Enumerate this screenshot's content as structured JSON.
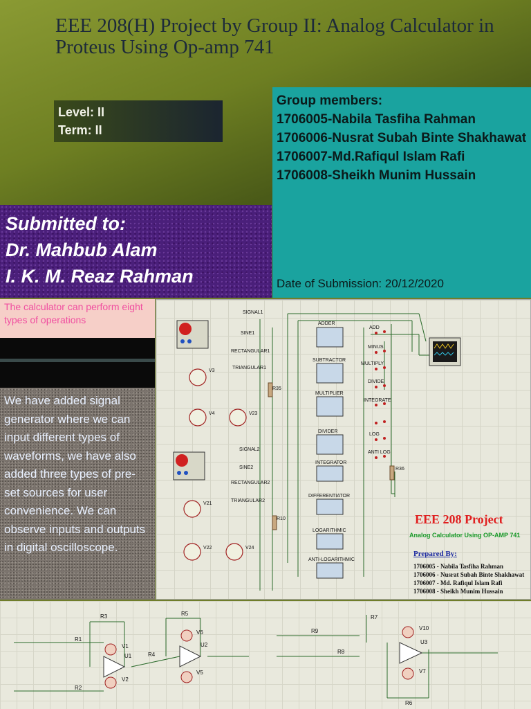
{
  "title": "EEE 208(H) Project by Group II: Analog Calculator in Proteus Using Op-amp 741",
  "level": {
    "line1": "Level: II",
    "line2": "Term: II"
  },
  "members": {
    "heading": "Group members:",
    "list": [
      "1706005-Nabila Tasfiha Rahman",
      "1706006-Nusrat Subah Binte Shakhawat",
      "1706007-Md.Rafiqul Islam Rafi",
      "1706008-Sheikh Munim Hussain"
    ],
    "date": "Date of Submission: 20/12/2020"
  },
  "submitted": {
    "heading": "Submitted to:",
    "names": [
      "Dr. Mahbub Alam",
      "I. K. M. Reaz Rahman"
    ]
  },
  "calc_note": "The calculator can perform eight types of operations",
  "description": "We have added signal generator where we can input different types of waveforms, we have also added three types of pre-set sources for user convenience. We can observe inputs and outputs in digital oscilloscope.",
  "schematic": {
    "blocks": [
      "ADDER",
      "SUBTRACTOR",
      "MULTIPLIER",
      "DIVIDER",
      "INTEGRATOR",
      "DIFFERENTIATOR",
      "LOGARITHMIC",
      "ANTI-LOGARITHMIC"
    ],
    "switches_right": [
      "ADD",
      "MINUS",
      "MULTIPLY",
      "DIVIDE",
      "INTEGRATE",
      "LOG",
      "ANTI LOG"
    ],
    "switches_left_top": [
      "SIGNAL1",
      "SINE1",
      "RECTANGULAR1",
      "TRIANGULAR1"
    ],
    "switches_left_bottom": [
      "SIGNAL2",
      "SINE2",
      "RECTANGULAR2",
      "TRIANGULAR2"
    ],
    "sources": [
      "V3",
      "V4",
      "V23",
      "V21",
      "V22",
      "V24"
    ],
    "resistors": [
      "R35",
      "R36",
      "R10"
    ],
    "project_title": "EEE 208 Project",
    "project_subtitle": "Analog Calculator Using OP-AMP 741",
    "prepared_by": "Prepared By:",
    "prepared_list": [
      "1706005 - Nabila Tasfiha Rahman",
      "1706006 - Nusrat Subah Binte Shakhawat",
      "1706007 - Md. Rafiqul Islam Rafi",
      "1706008 - Sheikh Munim Hussain"
    ]
  },
  "bottom_circuit": {
    "labels": [
      "R3",
      "R5",
      "V1",
      "V2",
      "U1",
      "R4",
      "U2",
      "V6",
      "V5",
      "R1",
      "R2",
      "R7",
      "R9",
      "R8",
      "V10",
      "U3",
      "V7",
      "R6"
    ]
  }
}
